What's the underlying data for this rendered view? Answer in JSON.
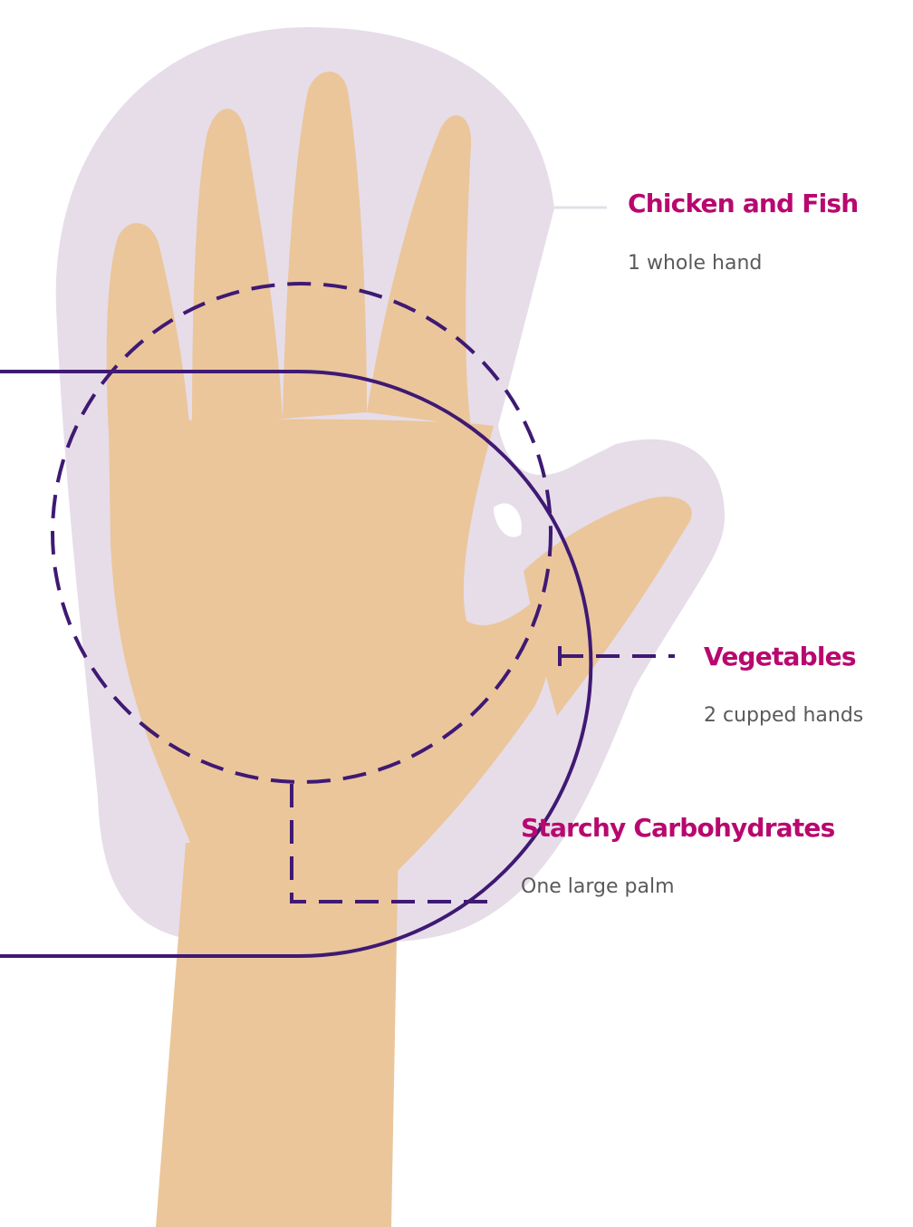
{
  "colors": {
    "halo": "#e6dde9",
    "skin": "#ebc69b",
    "outline": "#3f1973",
    "title": "#b8086f",
    "description": "#5a5a5a"
  },
  "portions": [
    {
      "title": "Chicken and Fish",
      "description": "1 whole hand"
    },
    {
      "title": "Vegetables",
      "description": "2 cupped hands"
    },
    {
      "title": "Starchy Carbohydrates",
      "description": "One large palm"
    }
  ]
}
